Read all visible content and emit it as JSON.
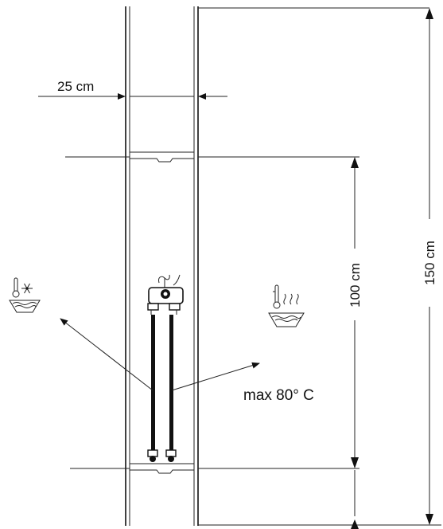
{
  "dimensions": {
    "width_label": "25 cm",
    "height_total_label": "150 cm",
    "height_mid_label": "100 cm"
  },
  "annotations": {
    "max_temp_label": "max 80° C"
  },
  "icons": {
    "cold": "cold-water-icon",
    "hot": "hot-water-icon"
  },
  "colors": {
    "line": "#111111",
    "background": "#ffffff"
  }
}
